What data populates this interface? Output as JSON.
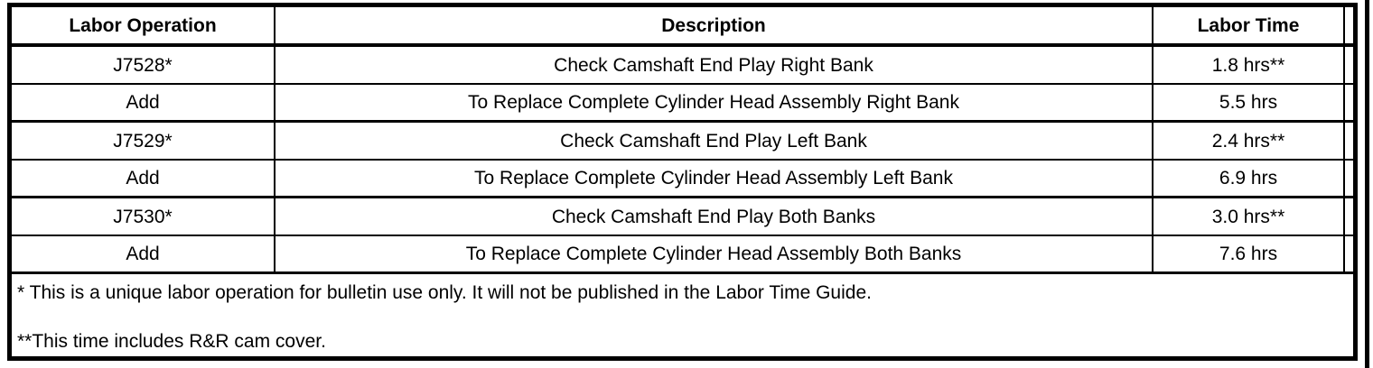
{
  "document": {
    "table": {
      "columns": [
        "Labor Operation",
        "Description",
        "Labor Time"
      ],
      "rows": [
        {
          "labor_operation": "J7528*",
          "description": "Check Camshaft End Play Right Bank",
          "labor_time": "1.8 hrs**"
        },
        {
          "labor_operation": "Add",
          "description": "To Replace Complete Cylinder Head Assembly Right Bank",
          "labor_time": "5.5 hrs"
        },
        {
          "labor_operation": "J7529*",
          "description": "Check Camshaft End Play Left Bank",
          "labor_time": "2.4 hrs**"
        },
        {
          "labor_operation": "Add",
          "description": "To Replace Complete Cylinder Head Assembly Left Bank",
          "labor_time": "6.9 hrs"
        },
        {
          "labor_operation": "J7530*",
          "description": "Check Camshaft End Play Both Banks",
          "labor_time": "3.0 hrs**"
        },
        {
          "labor_operation": "Add",
          "description": "To Replace Complete Cylinder Head Assembly Both Banks",
          "labor_time": "7.6 hrs"
        }
      ],
      "footnotes": [
        "* This is a unique labor operation for bulletin use only. It will not be published in the Labor Time Guide.",
        "**This time includes R&R cam cover."
      ]
    },
    "colors": {
      "border": "#000000",
      "background": "#ffffff",
      "text": "#000000"
    }
  }
}
